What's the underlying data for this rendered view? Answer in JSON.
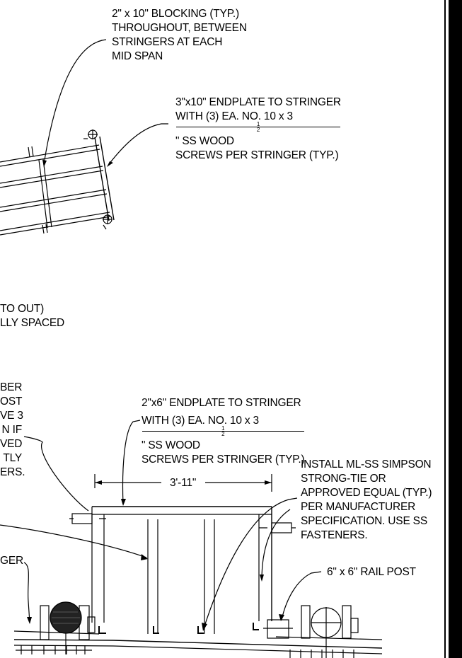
{
  "notes": {
    "blocking": [
      "2\" x 10\" BLOCKING (TYP.)",
      "THROUGHOUT, BETWEEN",
      "STRINGERS AT EACH",
      "MID SPAN"
    ],
    "endplate_3x10": {
      "line1": "3\"x10\" ENDPLATE TO STRINGER",
      "line2_pre": "WITH (3) EA. NO. 10 x 3",
      "line2_frac_num": "1",
      "line2_frac_den": "2",
      "line2_post": "\" SS WOOD",
      "line3": "SCREWS PER STRINGER (TYP.)"
    },
    "partial_left_mid": [
      "TO OUT)",
      "LLY SPACED"
    ],
    "partial_left_lower": [
      "BER",
      "OST",
      "VE 3",
      "N IF",
      "VED",
      "TLY",
      "ERS."
    ],
    "partial_left_bottom": "GER",
    "endplate_2x6": {
      "line1": "2\"x6\" ENDPLATE TO STRINGER",
      "line2_pre": "WITH (3) EA. NO. 10 x 3",
      "line2_frac_num": "1",
      "line2_frac_den": "2",
      "line2_post": "\" SS WOOD",
      "line3": "SCREWS PER STRINGER (TYP.)"
    },
    "dimension": "3'-11\"",
    "simpson": [
      "INSTALL ML-SS SIMPSON",
      "STRONG-TIE OR",
      "APPROVED EQUAL (TYP.)",
      "PER MANUFACTURER",
      "SPECIFICATION. USE SS",
      "FASTENERS."
    ],
    "rail_post": "6\" x 6\" RAIL POST"
  }
}
